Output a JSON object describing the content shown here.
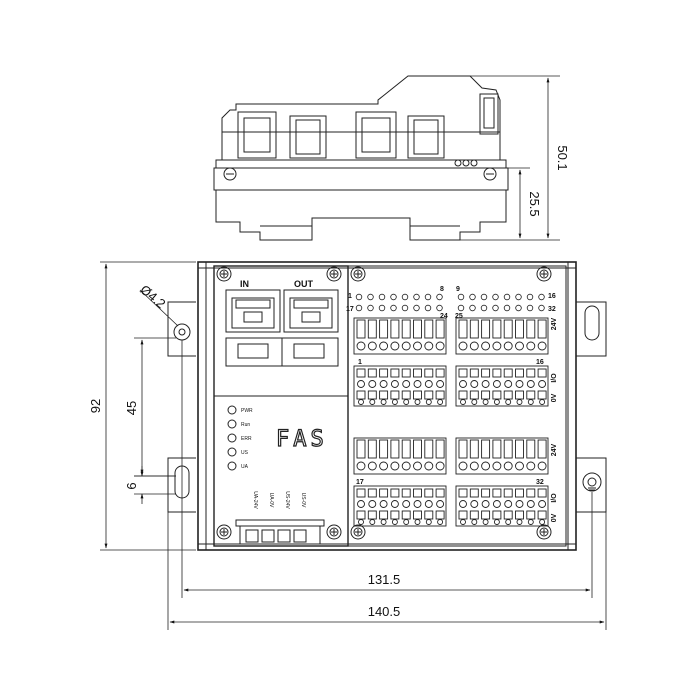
{
  "dimensions": {
    "overall_height": "50.1",
    "lower_height": "25.5",
    "mount_hole": "Ø4.2",
    "body_height": "92",
    "hole_spacing": "45",
    "slot_width": "6",
    "hole_pitch": "131.5",
    "overall_width": "140.5"
  },
  "ports": {
    "in_label": "IN",
    "out_label": "OUT"
  },
  "leds": [
    {
      "label": "PWR"
    },
    {
      "label": "Run"
    },
    {
      "label": "ERR"
    },
    {
      "label": "US"
    },
    {
      "label": "UA"
    }
  ],
  "power_terminals": [
    "UA-24V",
    "UA-0V",
    "US-24V",
    "US-0V"
  ],
  "io_numbers": {
    "top_left_1": "1",
    "top_left_8": "8",
    "top_right_9": "9",
    "top_right_16": "16",
    "row2_left_17": "17",
    "row2_left_24": "24",
    "row2_right_25": "25",
    "row2_right_32": "32",
    "block1_start": "1",
    "block1_end": "16",
    "block2_start": "17",
    "block2_end": "32"
  },
  "side_labels": {
    "v24": "24V",
    "io": "I/O",
    "v0": "0V"
  },
  "logo_text": "FAS"
}
